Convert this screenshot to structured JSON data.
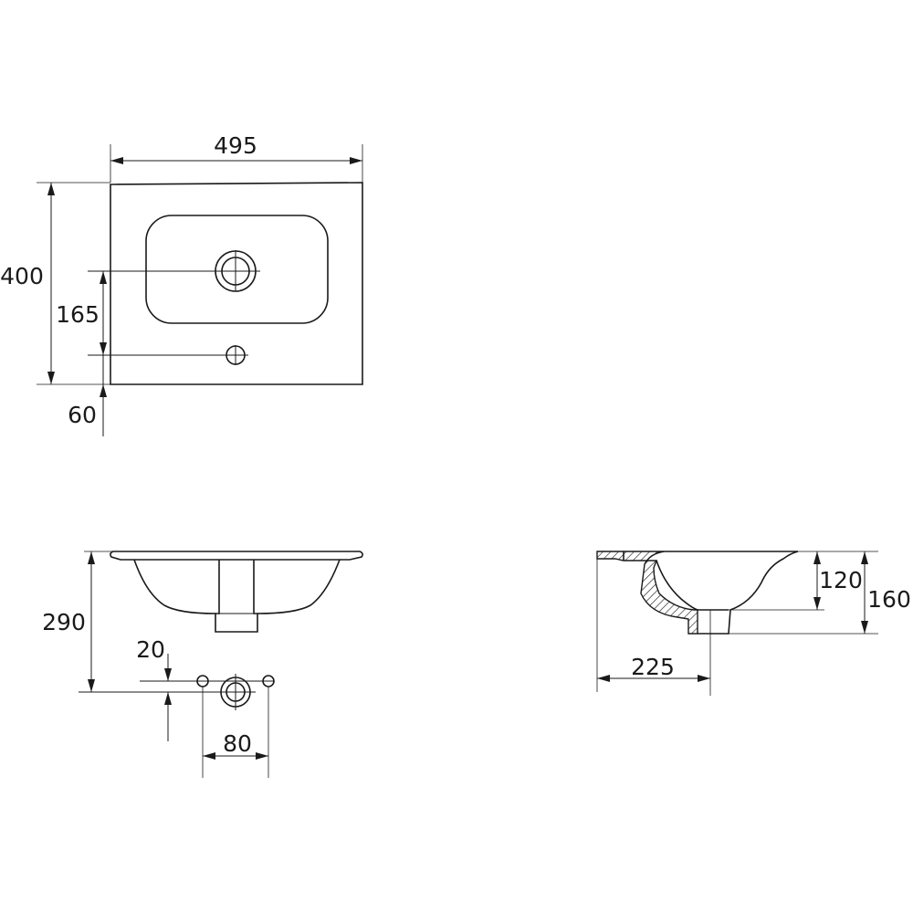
{
  "dimensions": {
    "top_width": "495",
    "top_depth": "400",
    "tap_to_waste": "165",
    "tap_offset": "60",
    "front_drain_height": "290",
    "bracket_offset": "20",
    "bracket_spacing": "80",
    "side_depth": "225",
    "side_drain_height": "120",
    "side_total_height": "160"
  }
}
